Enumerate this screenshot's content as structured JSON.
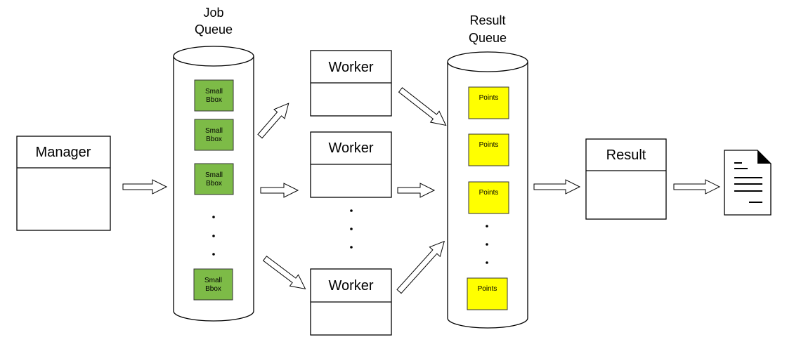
{
  "job_queue": {
    "title_line1": "Job",
    "title_line2": "Queue",
    "items": [
      "Small\nBbox",
      "Small\nBbox",
      "Small\nBbox",
      "Small\nBbox"
    ],
    "item_color": "#7dbb47"
  },
  "result_queue": {
    "title_line1": "Result",
    "title_line2": "Queue",
    "items": [
      "Points",
      "Points",
      "Points",
      "Points"
    ],
    "item_color": "#ffff00"
  },
  "manager": {
    "label": "Manager"
  },
  "workers": [
    {
      "label": "Worker"
    },
    {
      "label": "Worker"
    },
    {
      "label": "Worker"
    }
  ],
  "result": {
    "label": "Result"
  },
  "document_icon": "document-icon"
}
